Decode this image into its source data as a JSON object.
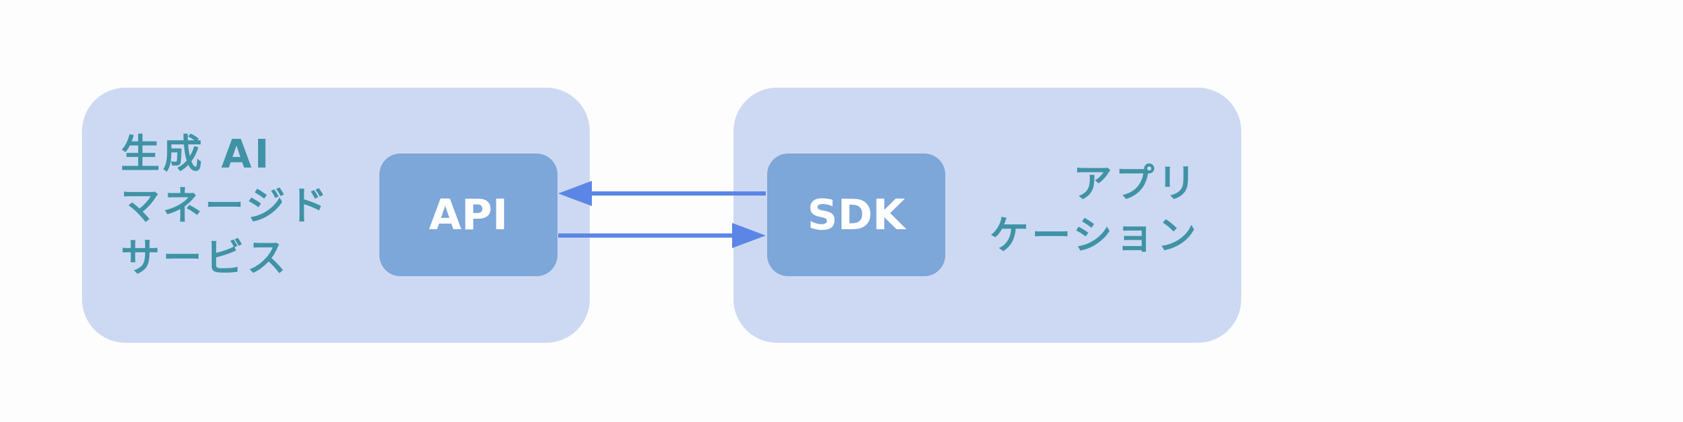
{
  "left_box": {
    "label": "生成 AI\nマネージド\nサービス",
    "inner_label": "API"
  },
  "right_box": {
    "label": "アプリ\nケーション",
    "inner_label": "SDK"
  },
  "colors": {
    "outer_fill": "#cdd9f3",
    "inner_fill": "#7da6d9",
    "label_text": "#3f93a5",
    "inner_text": "#ffffff",
    "arrow": "#5b86e5"
  }
}
